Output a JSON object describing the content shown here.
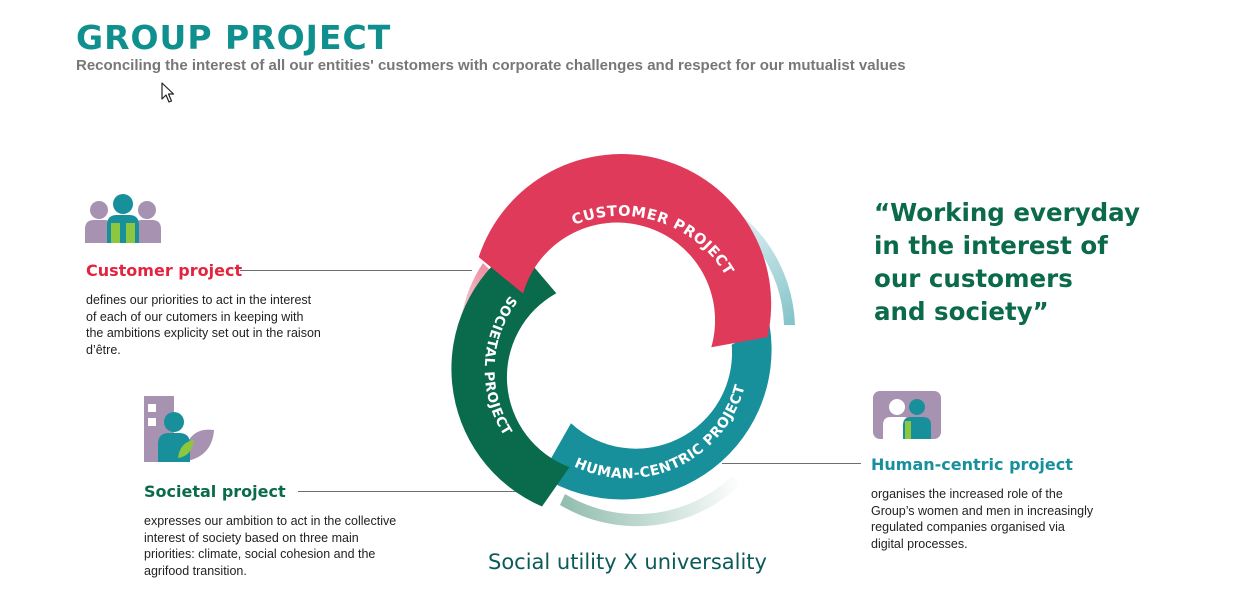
{
  "header": {
    "title": "GROUP PROJECT",
    "subtitle": "Reconciling the interest of all our entities' customers with corporate challenges and respect for our mutualist values"
  },
  "ring": {
    "segments": [
      {
        "key": "customer",
        "label": "CUSTOMER PROJECT",
        "color": "#e03a5b"
      },
      {
        "key": "human",
        "label": "HUMAN-CENTRIC PROJECT",
        "color": "#17909c"
      },
      {
        "key": "societal",
        "label": "SOCIETAL PROJECT",
        "color": "#0a6b4c"
      }
    ],
    "caption": "Social utility X universality"
  },
  "customer_block": {
    "title": "Customer project",
    "title_color": "#e4243e",
    "lines": [
      "defines our priorities to act in the interest",
      "of each of our cutomers in keeping with",
      "the ambitions explicity set out in the raison",
      "d’être."
    ]
  },
  "societal_block": {
    "title": "Societal project",
    "title_color": "#0a6b4c",
    "lines": [
      "expresses our ambition to act in the collective",
      "interest of society based on three main",
      "priorities: climate, social cohesion and the",
      "agrifood transition."
    ]
  },
  "human_block": {
    "title": "Human-centric project",
    "title_color": "#17909c",
    "lines": [
      "organises the increased role of the",
      "Group’s women and men in increasingly",
      "regulated companies organised via",
      "digital processes."
    ]
  },
  "quote": {
    "lines": [
      "“Working everyday",
      "in the interest of",
      "our customers",
      "and society”"
    ]
  },
  "icons": {
    "customer": "group-of-people-icon",
    "societal": "person-with-building-and-leaf-icon",
    "human": "two-people-icon"
  }
}
